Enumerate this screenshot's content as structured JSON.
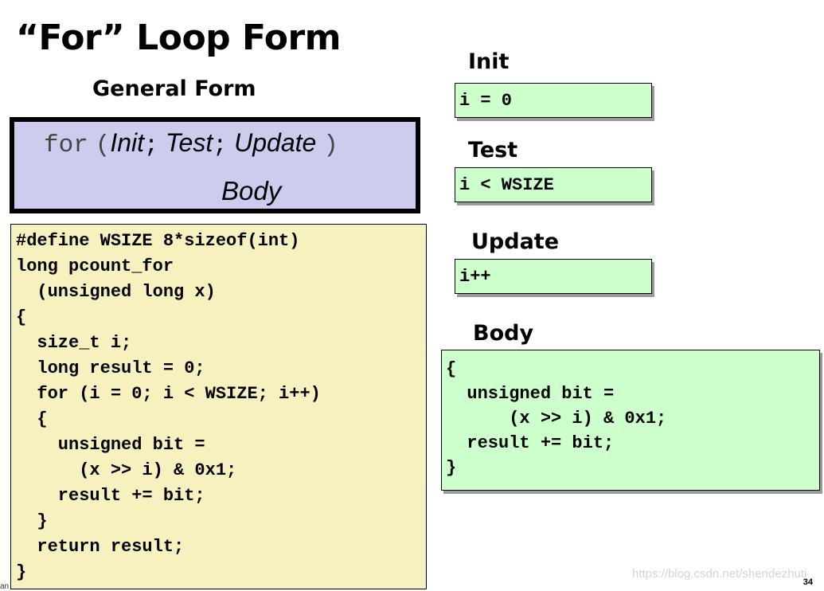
{
  "slide": {
    "title": "“For” Loop Form",
    "page_number": "34",
    "watermark": "https://blog.csdn.net/shendezhuti",
    "corner_fragment": "an"
  },
  "general_form": {
    "heading": "General Form",
    "keyword": "for",
    "open_paren": "(",
    "init": "Init",
    "semi1": ";",
    "test": "Test",
    "semi2": ";",
    "update": "Update",
    "close_paren": ")",
    "body": "Body"
  },
  "code": {
    "lines": [
      "#define WSIZE 8*sizeof(int)",
      "long pcount_for",
      "  (unsigned long x)",
      "{",
      "  size_t i;",
      "  long result = 0;",
      "  for (i = 0; i < WSIZE; i++)",
      "  {",
      "    unsigned bit =",
      "      (x >> i) & 0x1;",
      "    result += bit;",
      "  }",
      "  return result;",
      "}"
    ]
  },
  "parts": {
    "init": {
      "label": "Init",
      "code": "i = 0"
    },
    "test": {
      "label": "Test",
      "code": "i < WSIZE"
    },
    "update": {
      "label": "Update",
      "code": "i++"
    },
    "body": {
      "label": "Body",
      "lines": [
        "{",
        "  unsigned bit =",
        "      (x >> i) & 0x1;",
        "  result += bit;",
        "}"
      ]
    }
  },
  "colors": {
    "general_form_fill": "#ccccef",
    "code_fill": "#f7f1c0",
    "part_fill": "#ccffcc",
    "shadow": "#9a9a9a"
  }
}
